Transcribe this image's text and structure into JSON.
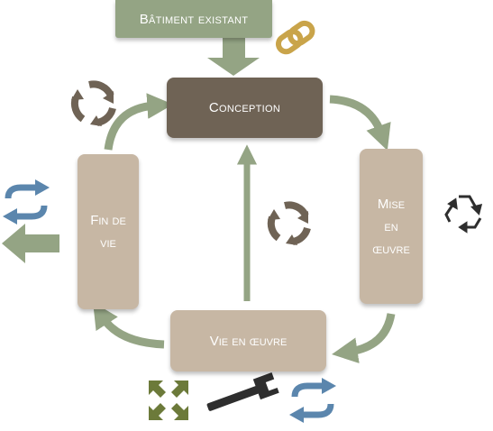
{
  "nodes": {
    "batiment_existant": "Bâtiment existant",
    "conception": "Conception",
    "mise_en_oeuvre": [
      "Mise",
      "en",
      "œuvre"
    ],
    "fin_de_vie": [
      "Fin de",
      "vie"
    ],
    "vie_en_oeuvre": "Vie en œuvre"
  },
  "icons": [
    "chain-link-icon",
    "cycle-arrows-icon",
    "recycle-icon",
    "swap-arrows-icon",
    "left-arrow-icon",
    "expand-arrows-icon",
    "wrench-icon"
  ],
  "colors": {
    "arrow_green": "#94a484",
    "conception_box": "#6f6355",
    "stage_box": "#c7b7a4",
    "icon_brown": "#6f6355",
    "icon_gold": "#c9a44a",
    "icon_blue": "#5b86ad",
    "icon_green": "#6c7a3a",
    "icon_dark": "#2e2e2e"
  }
}
